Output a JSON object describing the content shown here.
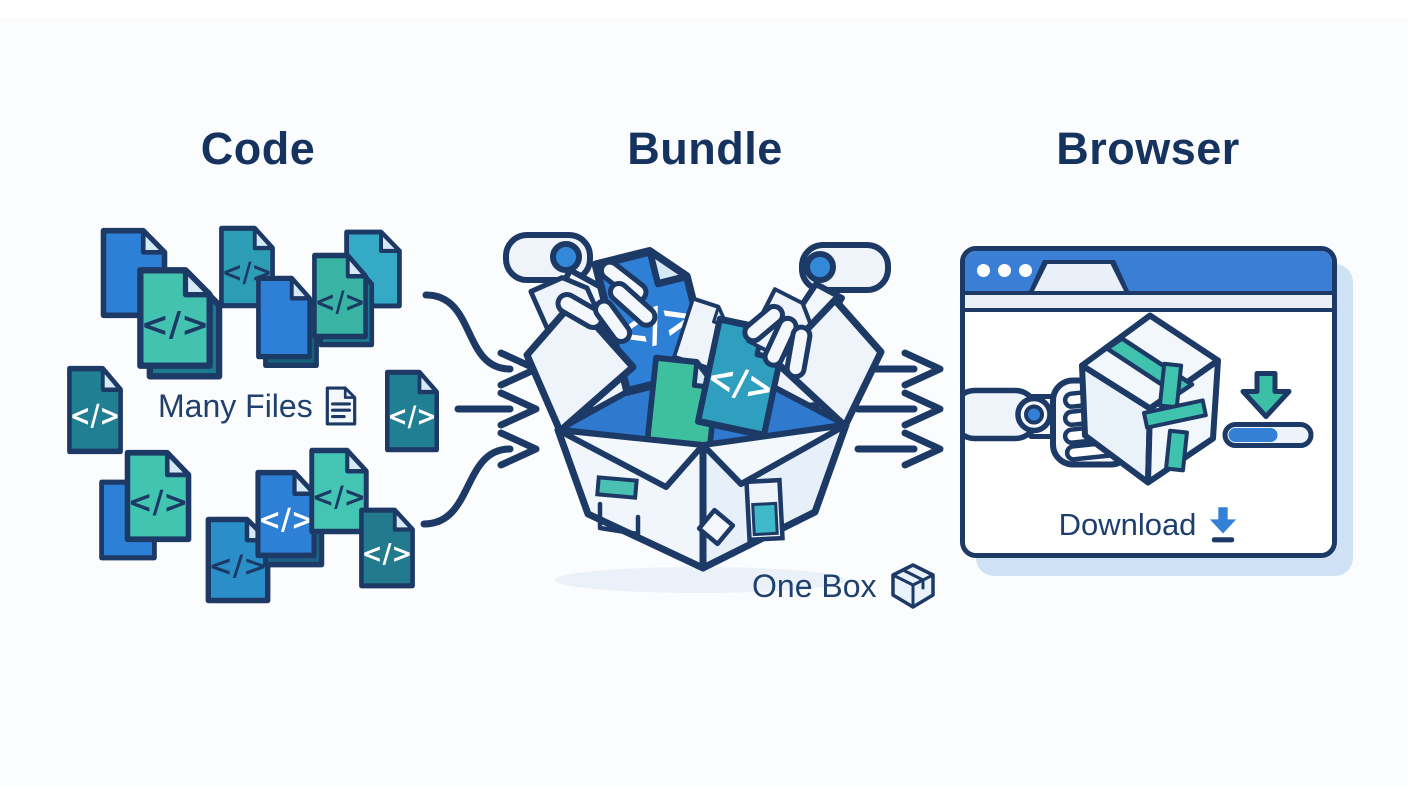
{
  "titles": {
    "code": "Code",
    "bundle": "Bundle",
    "browser": "Browser"
  },
  "captions": {
    "code": "Many Files",
    "bundle": "One Box",
    "browser": "Download"
  },
  "glyphs": {
    "code": "</>"
  },
  "palette": {
    "navy_outline": "#1d3a66",
    "title_navy": "#16335f",
    "caption_navy": "#20406e",
    "file_blue": "#2e7fd6",
    "file_teal": "#41c2b0",
    "file_dark_teal": "#217f93",
    "file_green": "#3ec09e",
    "box_interior_blue": "#2f79cf",
    "browser_bar_blue": "#3a7fd5",
    "progress_fill_blue": "#3380d6",
    "download_arrow_teal": "#3bbfa6",
    "light_fill": "#eef4fa",
    "window_shadow_blue": "#cfe2f5"
  },
  "code_section": {
    "visible_file_count": 14
  },
  "flow": {
    "arrows_code_to_bundle": 3,
    "arrows_bundle_to_browser": 3
  },
  "browser_window": {
    "dot_count": 3,
    "progress_percent": 60
  }
}
